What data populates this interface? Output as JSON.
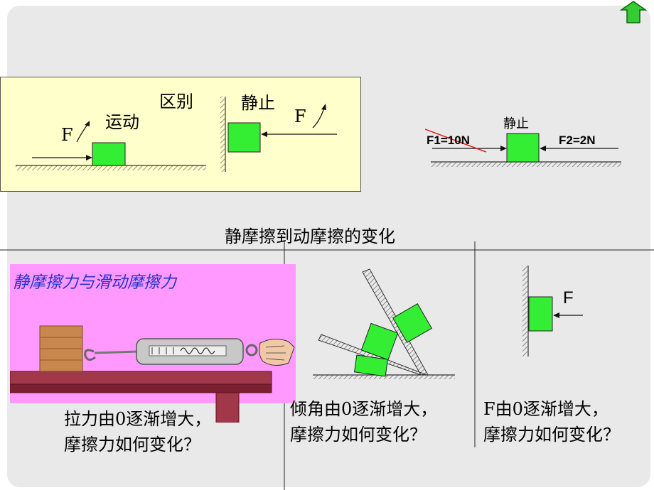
{
  "top_box": {
    "distinction": "区别",
    "moving": "运动",
    "static": "静止",
    "force_left": "F",
    "force_right": "F"
  },
  "right_example": {
    "static": "静止",
    "f1": "F1=10N",
    "f2": "F2=2N"
  },
  "section_title": "静摩擦到动摩擦的变化",
  "panel1": {
    "title": "静摩擦力与滑动摩擦力",
    "question_line1": "拉力由0逐渐增大，",
    "question_line2": "摩擦力如何变化？"
  },
  "panel2": {
    "question_line1": "倾角由0逐渐增大，",
    "question_line2": "摩擦力如何变化？"
  },
  "panel3": {
    "force": "F",
    "question_line1": "F由0逐渐增大，",
    "question_line2": "摩擦力如何变化？"
  },
  "colors": {
    "block": "#33ee33",
    "box_bg": "#ffffcc",
    "pink_panel": "#ff99ff",
    "title_blue": "#2233cc",
    "nav_green": "#33cc33"
  },
  "icons": {
    "nav": "up-arrow-icon"
  }
}
